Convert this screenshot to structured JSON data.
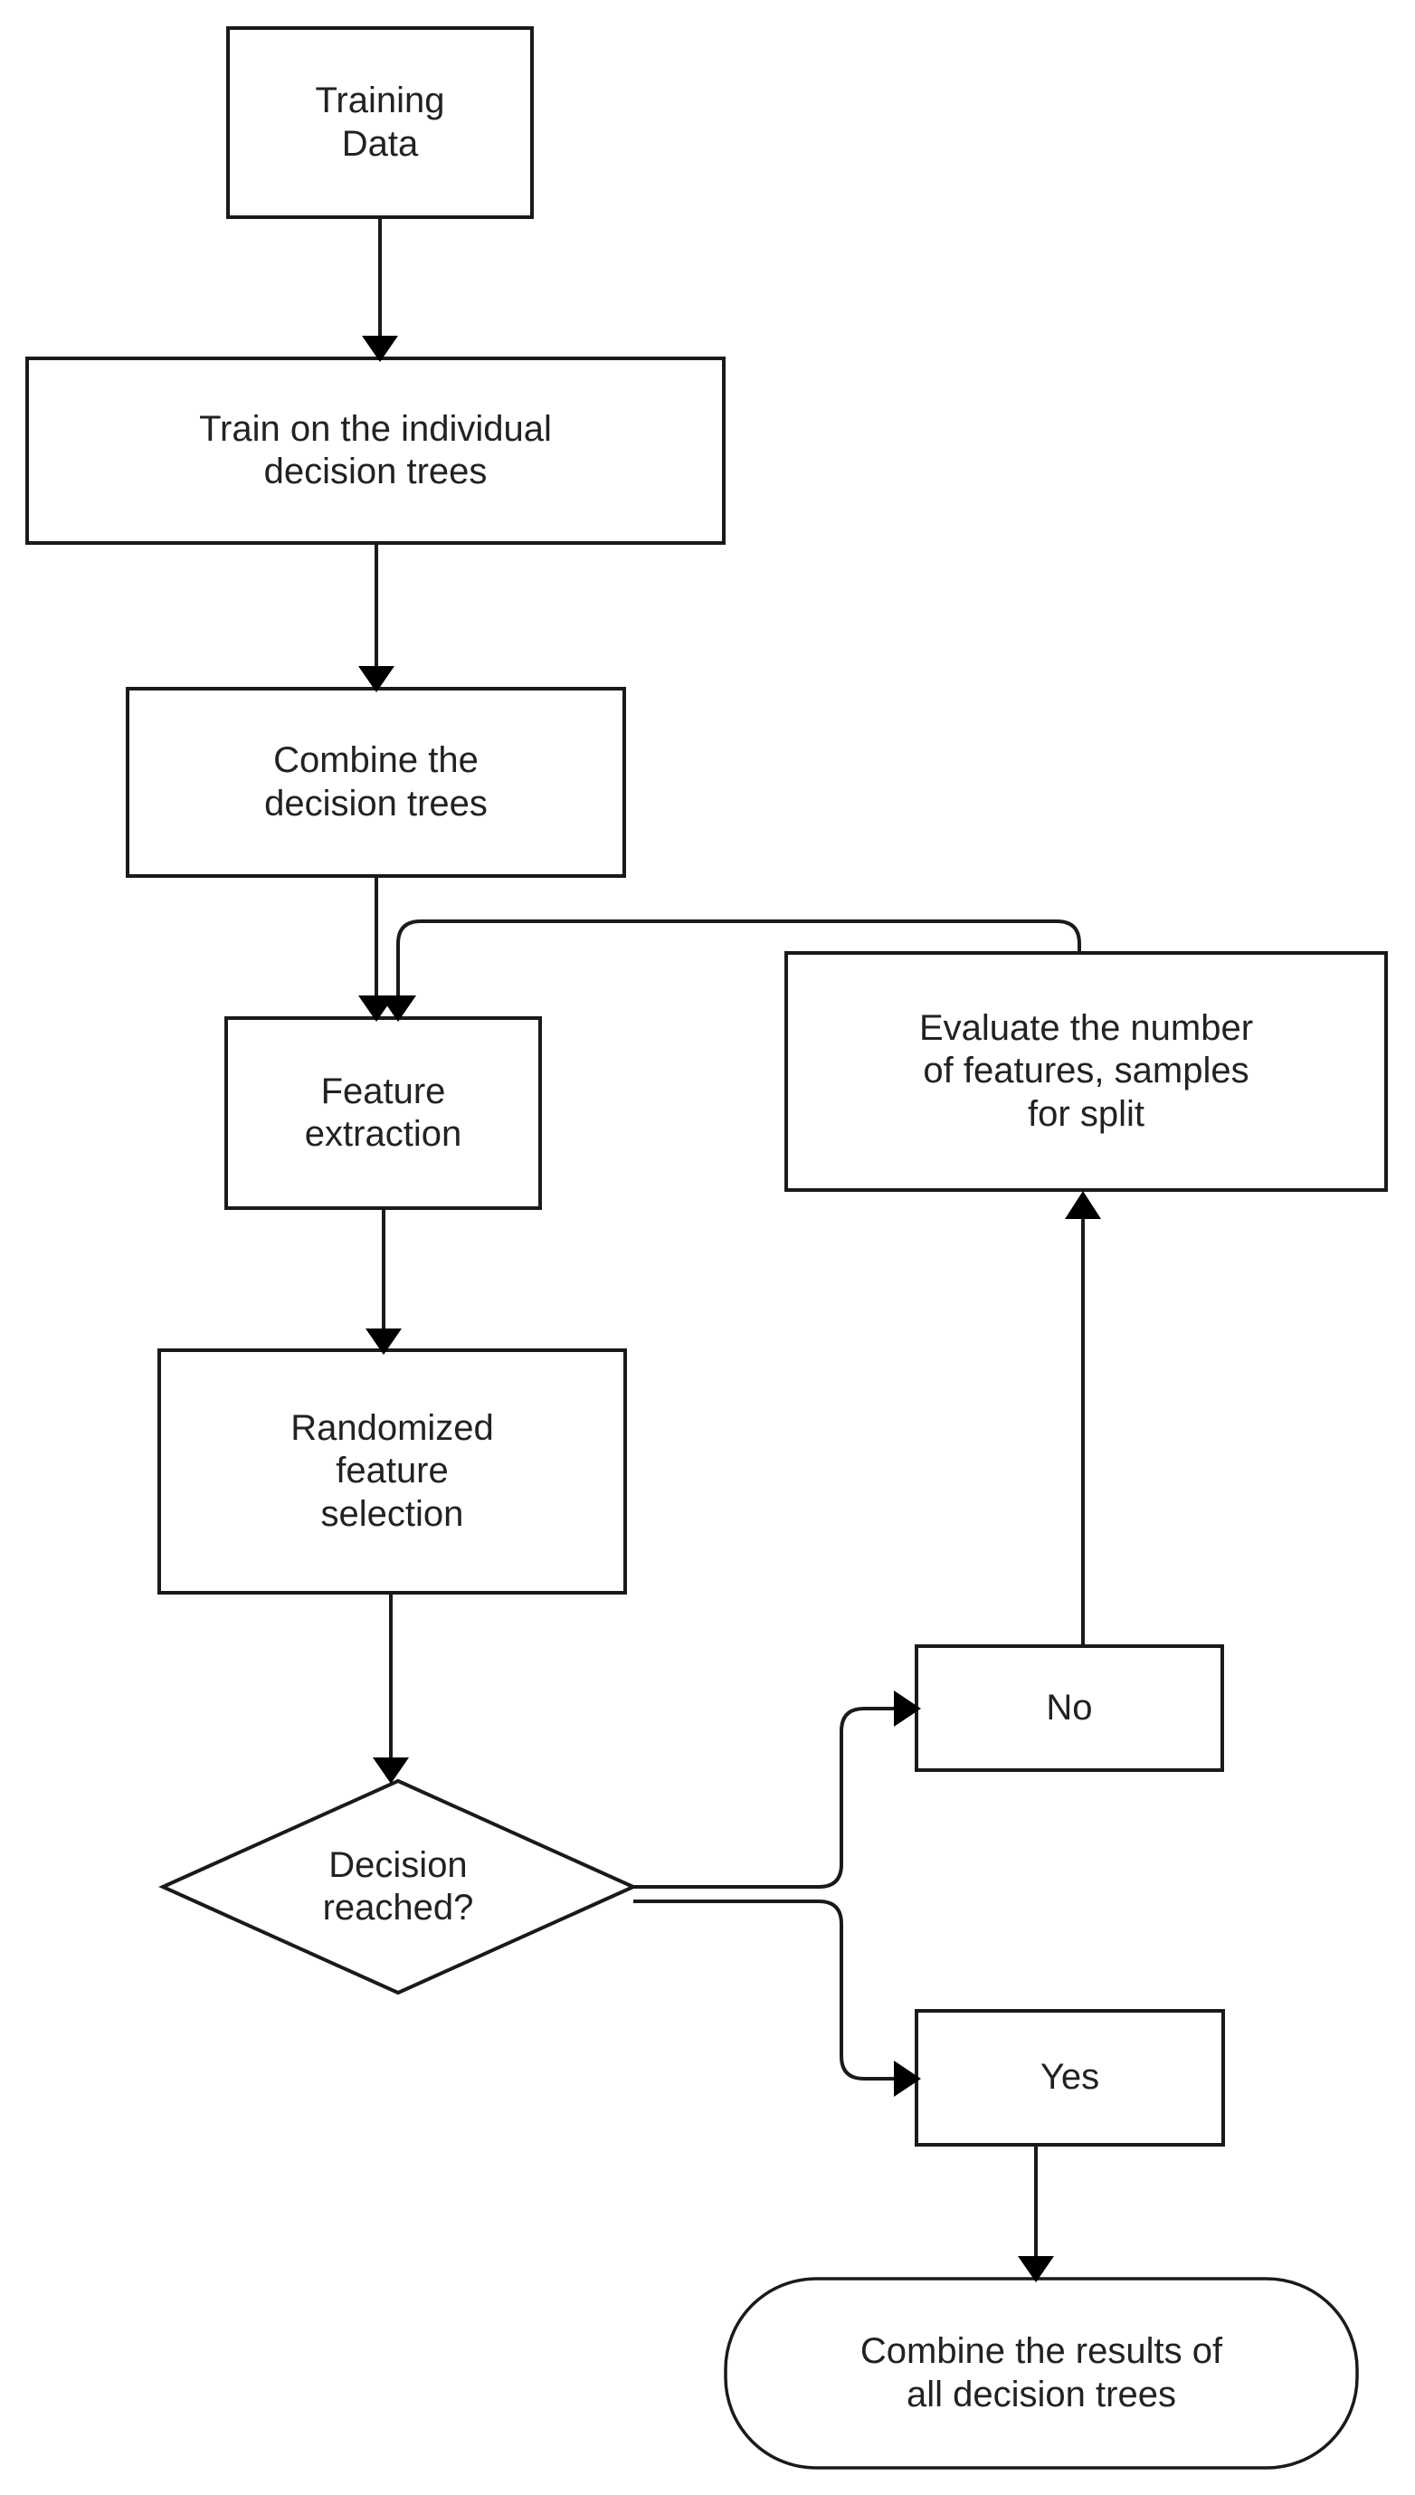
{
  "diagram": {
    "title": "Random Forest Training Flowchart",
    "type": "flowchart",
    "stroke_color": "#1a1a1a",
    "fill_color": "#ffffff",
    "text_color": "#222222",
    "nodes": [
      {
        "id": "training-data",
        "label": "Training\nData",
        "shape": "rectangle"
      },
      {
        "id": "train-trees",
        "label": "Train on the individual\ndecision trees",
        "shape": "rectangle"
      },
      {
        "id": "combine-trees",
        "label": "Combine the\ndecision trees",
        "shape": "rectangle"
      },
      {
        "id": "feature-extraction",
        "label": "Feature\nextraction",
        "shape": "rectangle"
      },
      {
        "id": "evaluate-features",
        "label": "Evaluate the number\nof features, samples\nfor split",
        "shape": "rectangle"
      },
      {
        "id": "randomized-selection",
        "label": "Randomized\nfeature\nselection",
        "shape": "rectangle"
      },
      {
        "id": "decision-reached",
        "label": "Decision\nreached?",
        "shape": "diamond"
      },
      {
        "id": "branch-no",
        "label": "No",
        "shape": "rectangle"
      },
      {
        "id": "branch-yes",
        "label": "Yes",
        "shape": "rectangle"
      },
      {
        "id": "combine-results",
        "label": "Combine the results of\nall decision trees",
        "shape": "rounded-rectangle"
      }
    ],
    "edges": [
      {
        "from": "training-data",
        "to": "train-trees",
        "label": ""
      },
      {
        "from": "train-trees",
        "to": "combine-trees",
        "label": ""
      },
      {
        "from": "combine-trees",
        "to": "feature-extraction",
        "label": ""
      },
      {
        "from": "feature-extraction",
        "to": "randomized-selection",
        "label": ""
      },
      {
        "from": "randomized-selection",
        "to": "decision-reached",
        "label": ""
      },
      {
        "from": "decision-reached",
        "to": "branch-no",
        "label": ""
      },
      {
        "from": "decision-reached",
        "to": "branch-yes",
        "label": ""
      },
      {
        "from": "branch-no",
        "to": "evaluate-features",
        "label": ""
      },
      {
        "from": "evaluate-features",
        "to": "feature-extraction",
        "label": ""
      },
      {
        "from": "branch-yes",
        "to": "combine-results",
        "label": ""
      }
    ]
  }
}
